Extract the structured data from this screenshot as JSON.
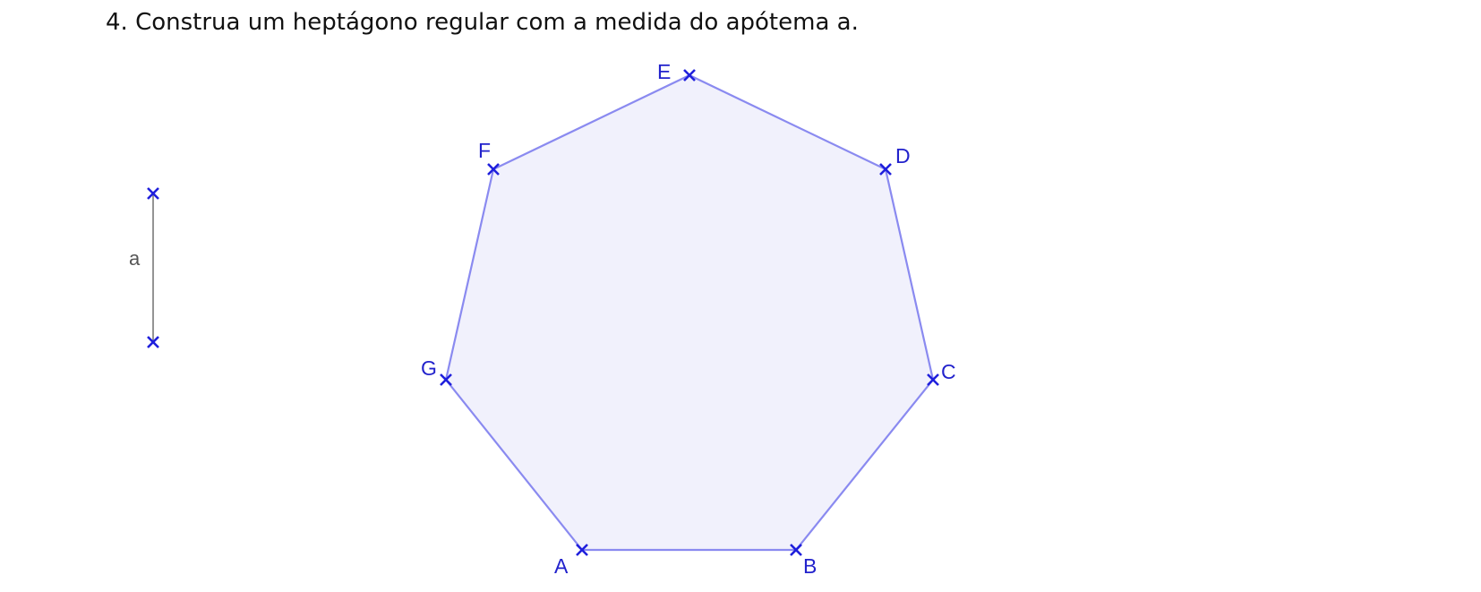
{
  "problem": {
    "title": "4. Construa um heptágono regular com a medida do apótema a."
  },
  "segment": {
    "label": "a"
  },
  "heptagon": {
    "vertices": [
      {
        "label": "A"
      },
      {
        "label": "B"
      },
      {
        "label": "C"
      },
      {
        "label": "D"
      },
      {
        "label": "E"
      },
      {
        "label": "F"
      },
      {
        "label": "G"
      }
    ]
  },
  "colors": {
    "text": "#111111",
    "point": "#1f1fdc",
    "label": "#2222cc",
    "edge": "#8a8af0",
    "fill": "#f1f1fc",
    "segment": "#888888",
    "segment_label": "#555555"
  }
}
